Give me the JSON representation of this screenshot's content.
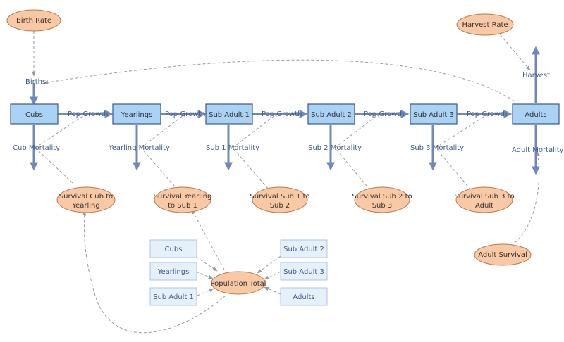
{
  "stocks": {
    "cubs": "Cubs",
    "yearlings": "Yearlings",
    "sub_adult_1": "Sub Adult 1",
    "sub_adult_2": "Sub Adult 2",
    "sub_adult_3": "Sub Adult 3",
    "adults": "Adults"
  },
  "flows": {
    "births": "Births",
    "harvest": "Harvest",
    "pop_growth": "Pop Growth",
    "cub_mortality": "Cub Mortality",
    "yearling_mortality": "Yearling Mortality",
    "sub1_mortality": "Sub 1 Mortality",
    "sub2_mortality": "Sub 2 Mortality",
    "sub3_mortality": "Sub 3 Mortality",
    "adult_mortality": "Adult Mortality"
  },
  "converters": {
    "birth_rate": "Birth Rate",
    "harvest_rate": "Harvest Rate",
    "survival_cub_1": "Survival Cub to",
    "survival_cub_2": "Yearling",
    "survival_yearling_1": "Survival Yearling",
    "survival_yearling_2": "to Sub 1",
    "survival_sub1_1": "Survival Sub 1 to",
    "survival_sub1_2": "Sub 2",
    "survival_sub2_1": "Survival Sub 2 to",
    "survival_sub2_2": "Sub 3",
    "survival_sub3_1": "Survival Sub 3 to",
    "survival_sub3_2": "Adult",
    "adult_survival": "Adult Survival",
    "population_total": "Population Total"
  },
  "ghosts": {
    "cubs": "Cubs",
    "yearlings": "Yearlings",
    "sub_adult_1": "Sub Adult 1",
    "sub_adult_2": "Sub Adult 2",
    "sub_adult_3": "Sub Adult 3",
    "adults": "Adults"
  }
}
